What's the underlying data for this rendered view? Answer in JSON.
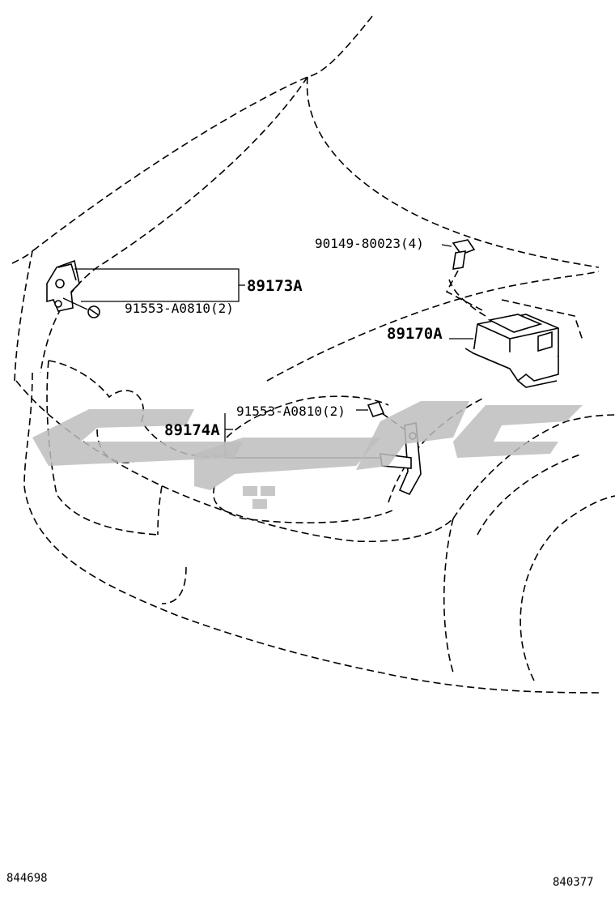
{
  "callouts": {
    "sensor_front_left": "89173A",
    "bolt_front_left": "91553-A0810(2)",
    "bolt_top": "90149-80023(4)",
    "airbag_sensor_assy": "89170A",
    "bolt_center": "91553-A0810(2)",
    "sensor_front_center": "89174A"
  },
  "footer": {
    "left_code": "844698",
    "right_code": "840377"
  },
  "icons": [
    "bolt-icon",
    "screw-icon",
    "sensor-bracket-icon",
    "airbag-module-icon"
  ],
  "colors": {
    "line": "#000000",
    "background": "#ffffff",
    "watermark": "#bdbdbd"
  }
}
